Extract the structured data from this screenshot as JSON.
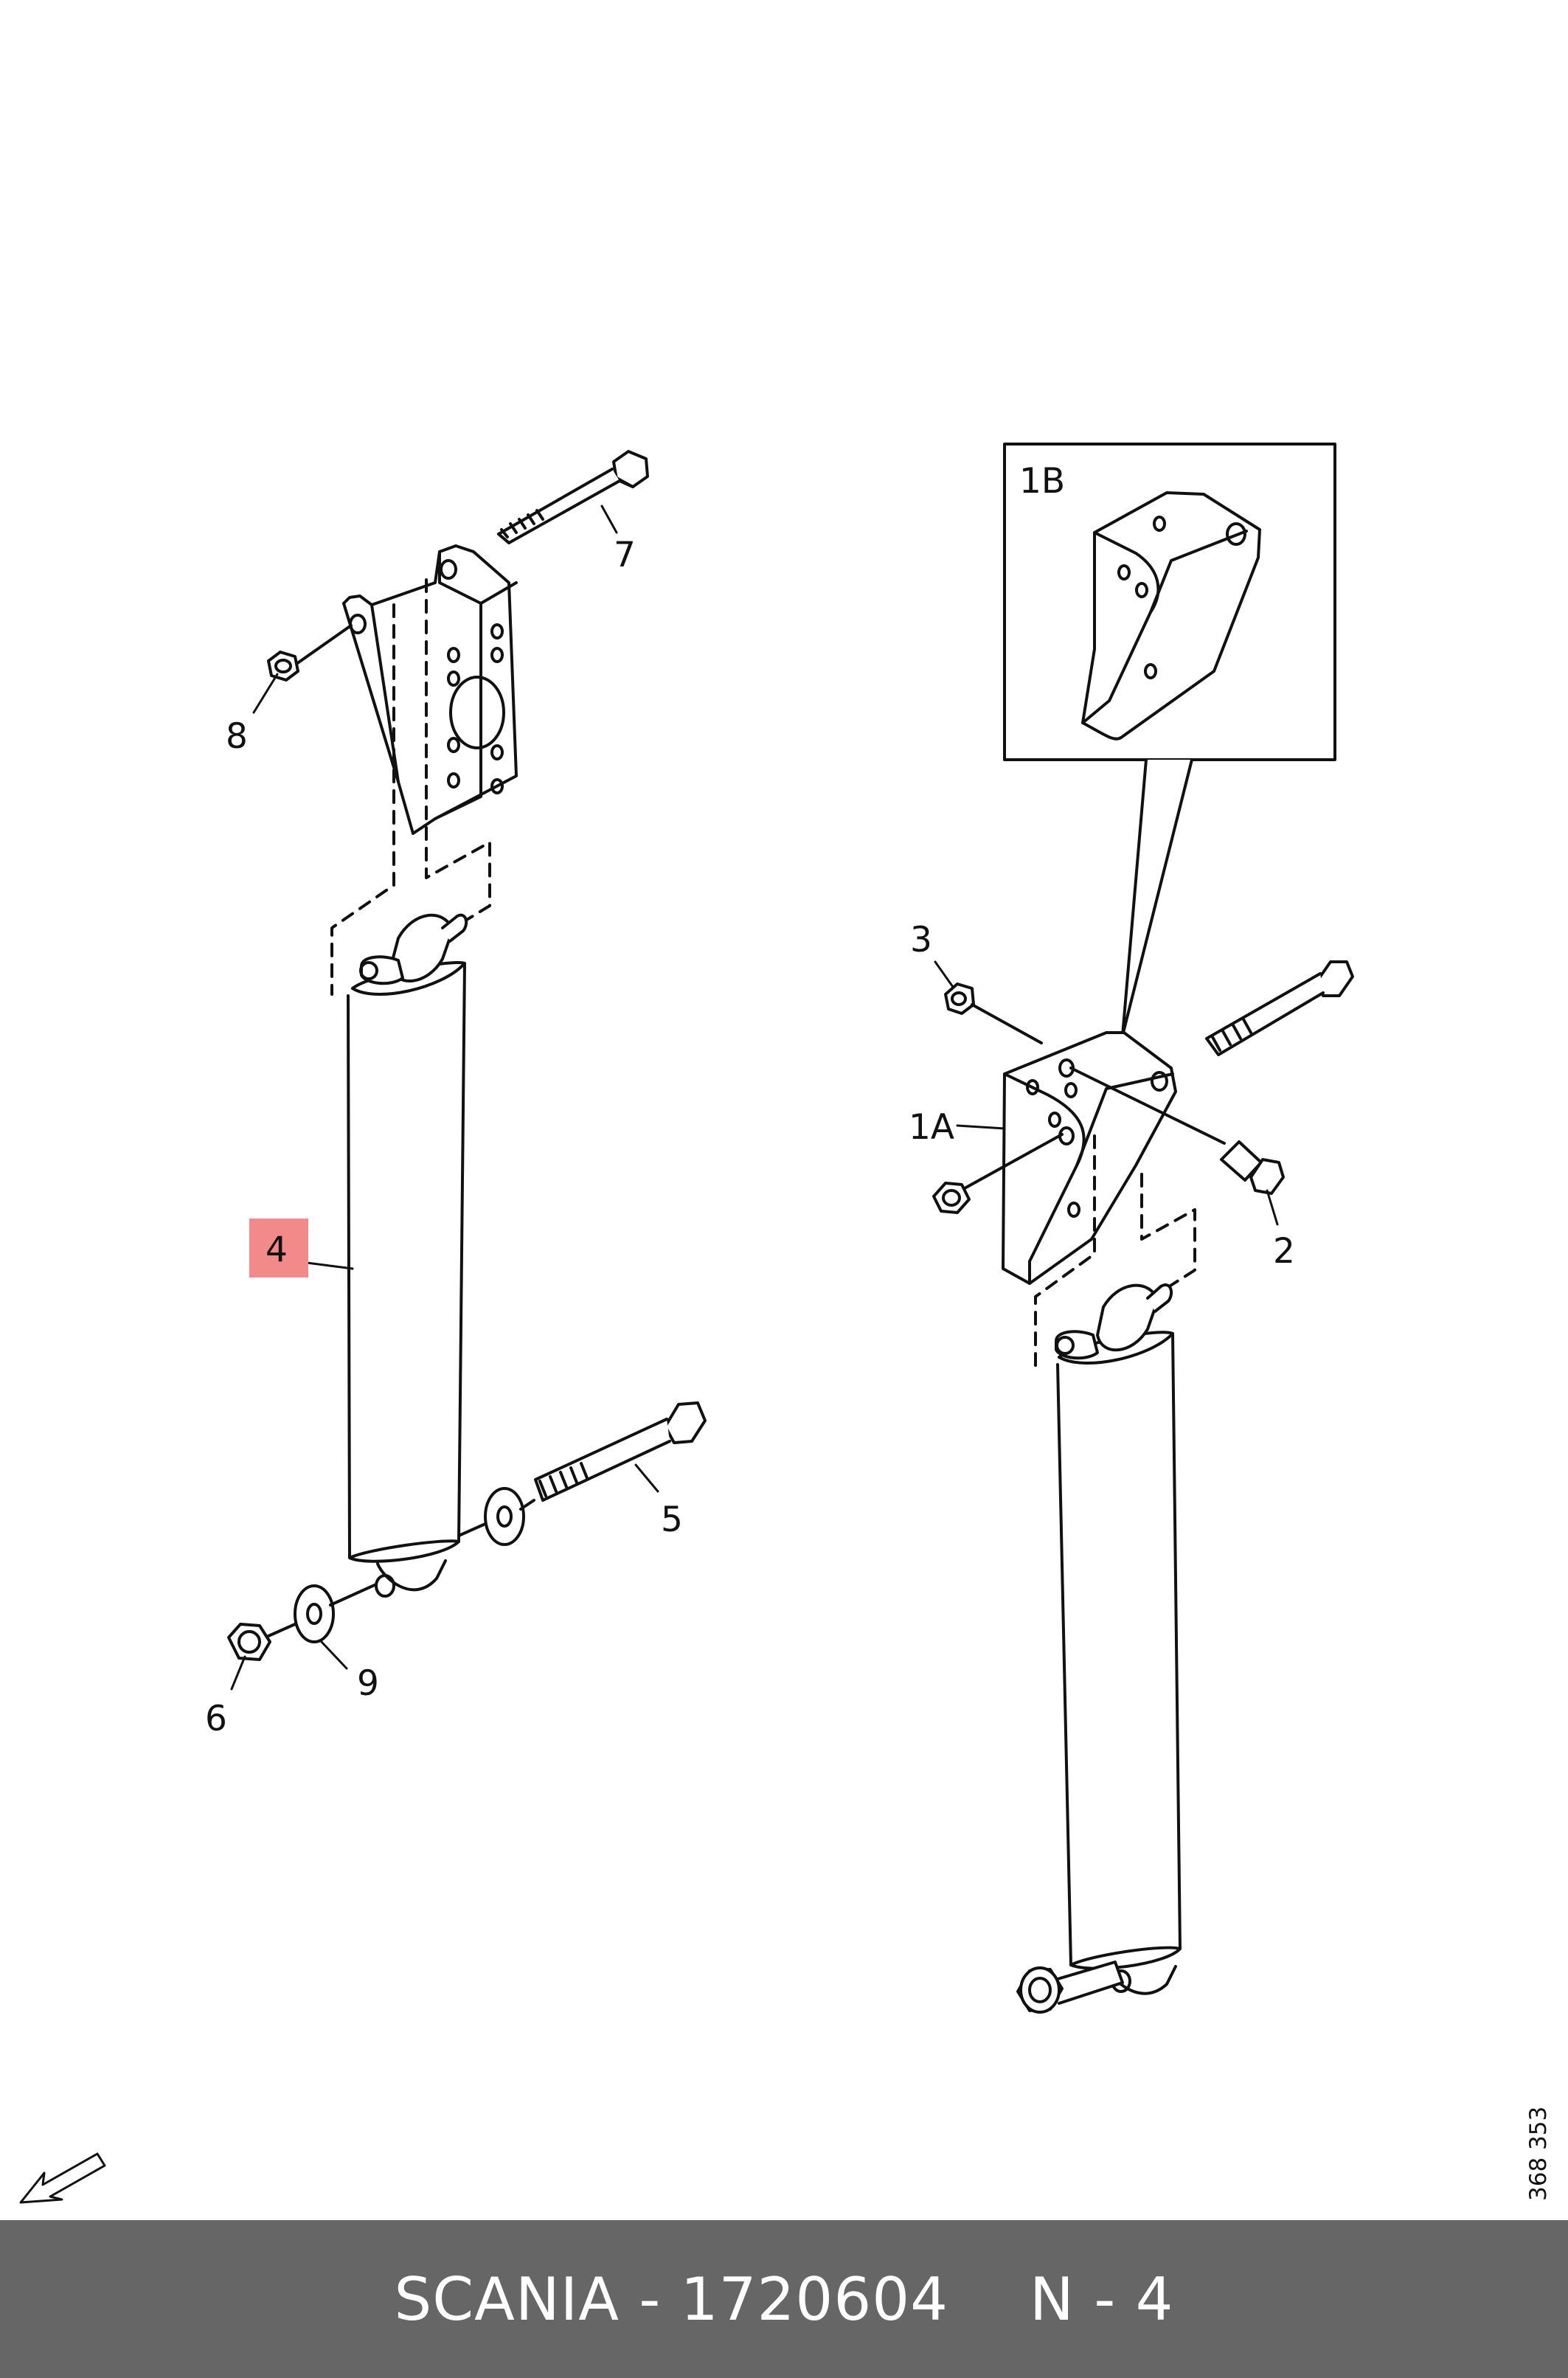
{
  "diagram": {
    "callouts": {
      "part_1a": "1A",
      "part_1b": "1B",
      "part_2": "2",
      "part_3": "3",
      "part_4": "4",
      "part_5": "5",
      "part_6": "6",
      "part_7": "7",
      "part_8": "8",
      "part_9": "9"
    },
    "highlighted_part": "4",
    "highlight_color": "#f28a8a",
    "drawing_code": "368 353"
  },
  "footer": {
    "brand": "SCANIA",
    "separator": "-",
    "part_number": "1720604",
    "position_prefix": "N",
    "position_separator": "-",
    "position_value": "4",
    "background_color": "#666666"
  }
}
